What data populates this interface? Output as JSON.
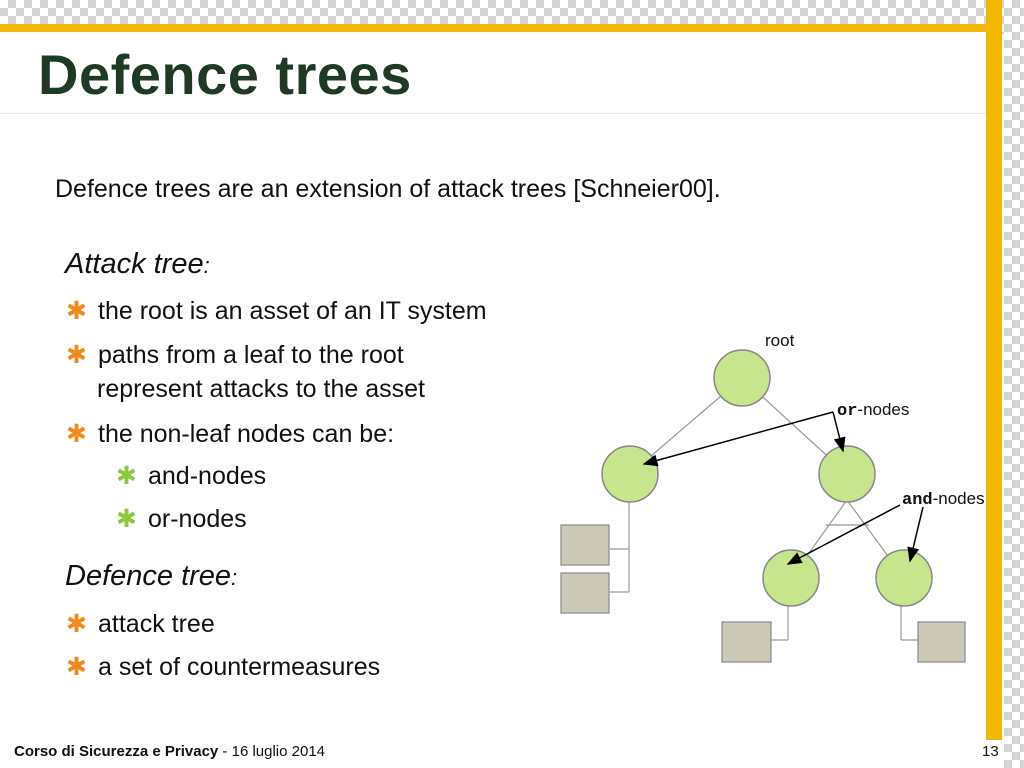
{
  "slide": {
    "title": "Defence trees",
    "intro": "Defence trees are an extension of attack trees [Schneier00]."
  },
  "attack": {
    "heading": "Attack tree",
    "colon": ":",
    "bullets": {
      "b1": "the root is an asset of an IT system",
      "b2_line1": "paths from a leaf to the root",
      "b2_line2": "represent attacks to the asset",
      "b3": "the non-leaf nodes can be:",
      "sub1": "and-nodes",
      "sub2": "or-nodes"
    }
  },
  "defence": {
    "heading": "Defence tree",
    "colon": ":",
    "bullets": {
      "b1": "attack tree",
      "b2": "a set of countermeasures"
    }
  },
  "bullet_symbol": "✱",
  "diagram": {
    "root_label": "root",
    "or_code": "or",
    "or_suffix": "-nodes",
    "and_code": "and",
    "and_suffix": "-nodes",
    "node_fill": "#c6e58c",
    "node_stroke": "#888888",
    "box_fill": "#cdc9b9"
  },
  "footer": {
    "course": "Corso di Sicurezza e Privacy",
    "date": " - 16 luglio 2014",
    "page_number": "13"
  },
  "colors": {
    "accent_yellow": "#f2b705",
    "title_green": "#1e3a24",
    "bullet_orange": "#f08a1c",
    "bullet_green": "#8dc63f"
  }
}
